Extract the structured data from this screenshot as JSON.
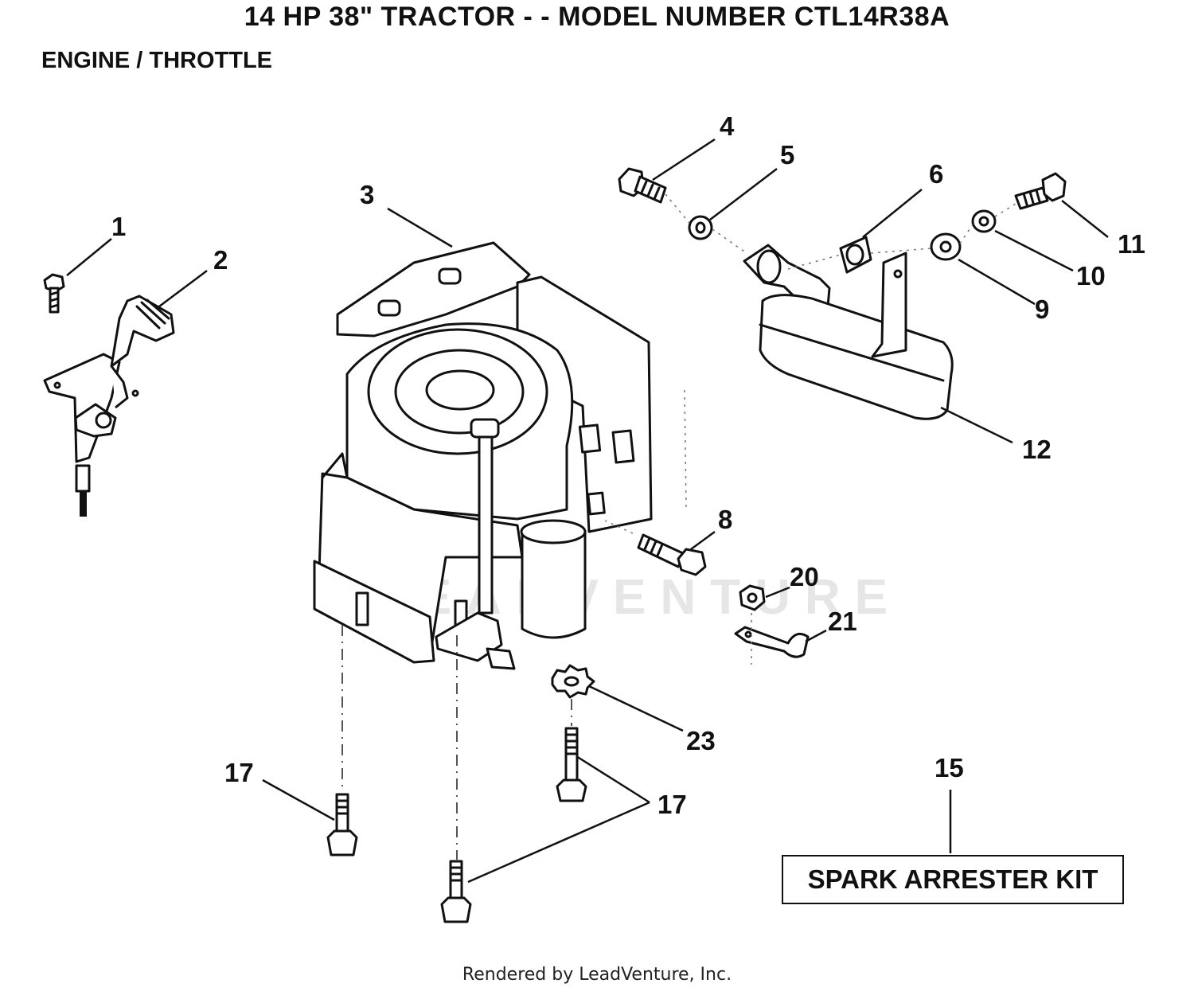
{
  "title": "14 HP 38\" TRACTOR - - MODEL NUMBER CTL14R38A",
  "section": "ENGINE / THROTTLE",
  "watermark": "LEADVENTURE",
  "footer": "Rendered by LeadVenture, Inc.",
  "kit_label": "SPARK ARRESTER KIT",
  "callouts": {
    "c1": "1",
    "c2": "2",
    "c3": "3",
    "c4": "4",
    "c5": "5",
    "c6": "6",
    "c8": "8",
    "c9": "9",
    "c10": "10",
    "c11": "11",
    "c12": "12",
    "c15": "15",
    "c17a": "17",
    "c17b": "17",
    "c20": "20",
    "c21": "21",
    "c23": "23"
  }
}
